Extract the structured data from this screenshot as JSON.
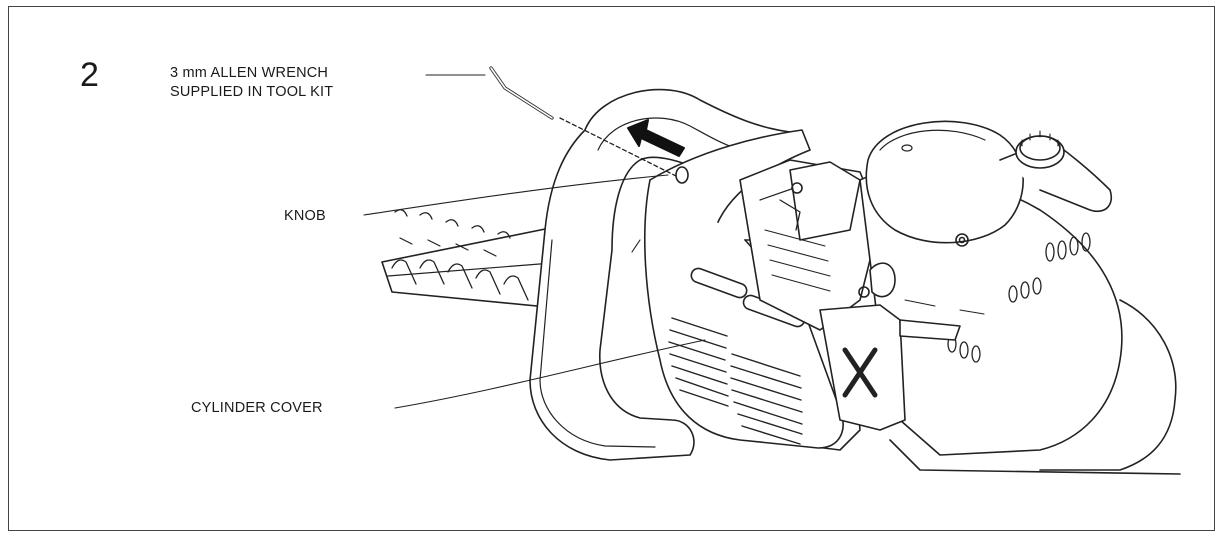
{
  "step_number": "2",
  "callouts": {
    "wrench_line1": "3 mm ALLEN WRENCH",
    "wrench_line2": "SUPPLIED IN TOOL KIT",
    "knob": "KNOB",
    "cylinder_cover": "CYLINDER COVER"
  }
}
